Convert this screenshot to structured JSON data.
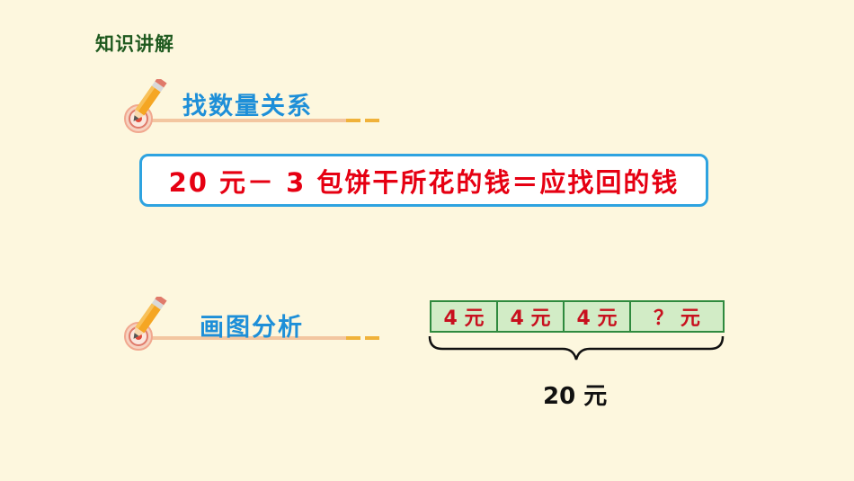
{
  "header": {
    "label": "知识讲解"
  },
  "section1": {
    "title": "找数量关系"
  },
  "formula": {
    "text": "20 元－ 3 包饼干所花的钱＝应找回的钱"
  },
  "section2": {
    "title": "画图分析"
  },
  "diagram": {
    "segments": [
      "4 元",
      "4 元",
      "4 元",
      "？ 元"
    ],
    "total": "20 元"
  },
  "colors": {
    "background": "#fdf7de",
    "title_blue": "#1e8fd8",
    "formula_red": "#e60012",
    "bar_fill": "#d2ecc6",
    "bar_border": "#2f8a3e"
  }
}
